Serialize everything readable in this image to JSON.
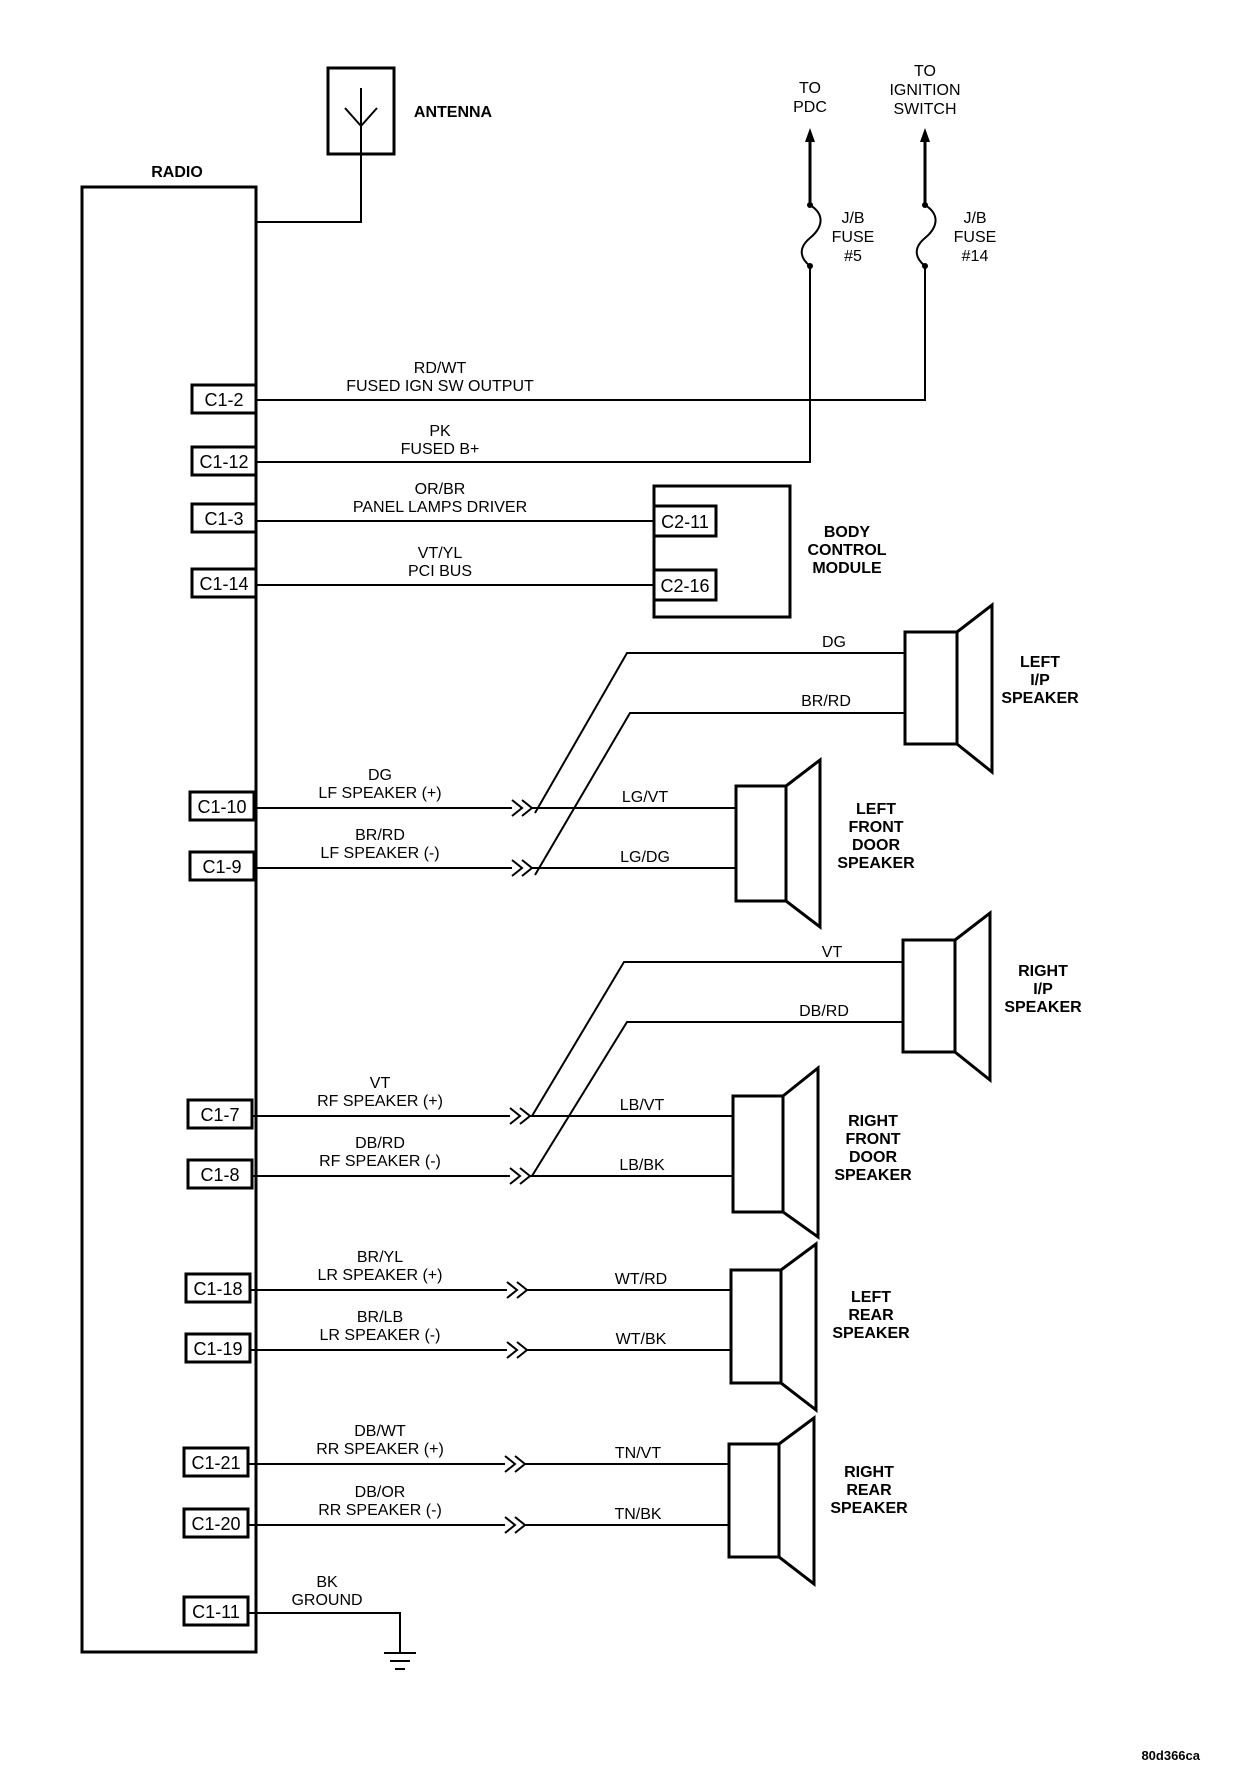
{
  "radio": {
    "title": "RADIO"
  },
  "antenna": {
    "label": "ANTENNA"
  },
  "top_destinations": {
    "pdc": [
      "TO",
      "PDC"
    ],
    "ignition": [
      "TO",
      "IGNITION",
      "SWITCH"
    ]
  },
  "fuses": {
    "fuse5": [
      "J/B",
      "FUSE",
      "#5"
    ],
    "fuse14": [
      "J/B",
      "FUSE",
      "#14"
    ]
  },
  "circuits": [
    {
      "pin": "C1-2",
      "color": "RD/WT",
      "name": "FUSED IGN SW OUTPUT"
    },
    {
      "pin": "C1-12",
      "color": "PK",
      "name": "FUSED B+"
    },
    {
      "pin": "C1-3",
      "color": "OR/BR",
      "name": "PANEL LAMPS DRIVER",
      "dest_pin": "C2-11"
    },
    {
      "pin": "C1-14",
      "color": "VT/YL",
      "name": "PCI BUS",
      "dest_pin": "C2-16"
    },
    {
      "pin": "C1-10",
      "color": "DG",
      "name": "LF SPEAKER (+)",
      "out_color": "LG/VT"
    },
    {
      "pin": "C1-9",
      "color": "BR/RD",
      "name": "LF SPEAKER (-)",
      "out_color": "LG/DG"
    },
    {
      "pin": "C1-7",
      "color": "VT",
      "name": "RF SPEAKER (+)",
      "out_color": "LB/VT"
    },
    {
      "pin": "C1-8",
      "color": "DB/RD",
      "name": "RF SPEAKER (-)",
      "out_color": "LB/BK"
    },
    {
      "pin": "C1-18",
      "color": "BR/YL",
      "name": "LR SPEAKER (+)",
      "out_color": "WT/RD"
    },
    {
      "pin": "C1-19",
      "color": "BR/LB",
      "name": "LR SPEAKER (-)",
      "out_color": "WT/BK"
    },
    {
      "pin": "C1-21",
      "color": "DB/WT",
      "name": "RR SPEAKER (+)",
      "out_color": "TN/VT"
    },
    {
      "pin": "C1-20",
      "color": "DB/OR",
      "name": "RR SPEAKER (-)",
      "out_color": "TN/BK"
    },
    {
      "pin": "C1-11",
      "color": "BK",
      "name": "GROUND"
    }
  ],
  "bcm": {
    "label": [
      "BODY",
      "CONTROL",
      "MODULE"
    ]
  },
  "speakers": {
    "left_ip": {
      "label": [
        "LEFT",
        "I/P",
        "SPEAKER"
      ],
      "wire_pos": "DG",
      "wire_neg": "BR/RD"
    },
    "left_front_door": {
      "label": [
        "LEFT",
        "FRONT",
        "DOOR",
        "SPEAKER"
      ]
    },
    "right_ip": {
      "label": [
        "RIGHT",
        "I/P",
        "SPEAKER"
      ],
      "wire_pos": "VT",
      "wire_neg": "DB/RD"
    },
    "right_front_door": {
      "label": [
        "RIGHT",
        "FRONT",
        "DOOR",
        "SPEAKER"
      ]
    },
    "left_rear": {
      "label": [
        "LEFT",
        "REAR",
        "SPEAKER"
      ]
    },
    "right_rear": {
      "label": [
        "RIGHT",
        "REAR",
        "SPEAKER"
      ]
    }
  },
  "figure_code": "80d366ca"
}
